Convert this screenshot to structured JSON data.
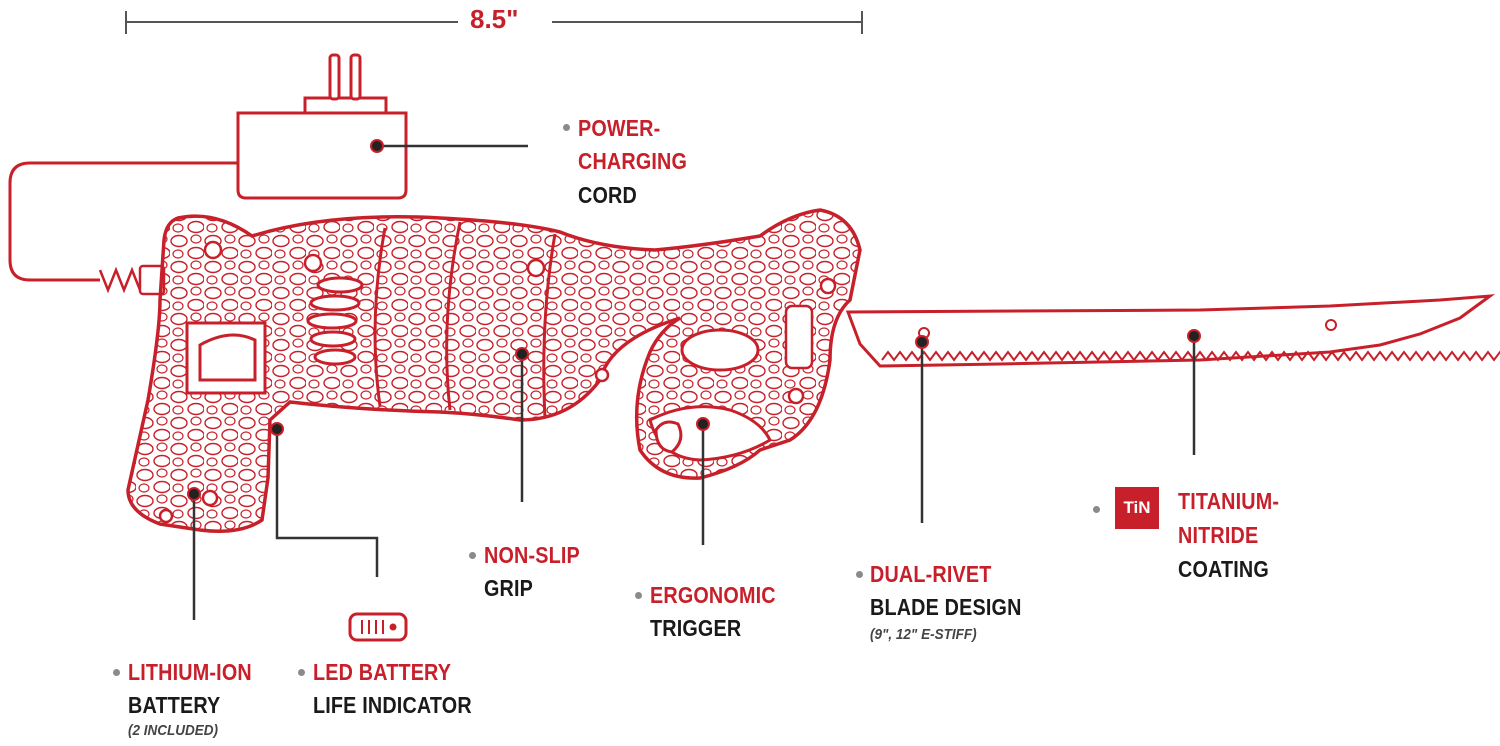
{
  "dimension": {
    "label": "8.5\""
  },
  "callouts": {
    "power_charging_cord": {
      "line1": "POWER-",
      "line2": "CHARGING",
      "line3": "CORD"
    },
    "non_slip_grip": {
      "line1": "NON-SLIP",
      "line2": "GRIP"
    },
    "ergonomic_trigger": {
      "line1": "ERGONOMIC",
      "line2": "TRIGGER"
    },
    "dual_rivet": {
      "line1": "DUAL-RIVET",
      "line2": "BLADE DESIGN",
      "note": "(9\", 12\" E-STIFF)"
    },
    "titanium_nitride": {
      "badge": "TiN",
      "line1": "TITANIUM-",
      "line2": "NITRIDE",
      "line3": "COATING"
    },
    "lithium_ion": {
      "line1": "LITHIUM-ION",
      "line2": "BATTERY",
      "note": "(2 INCLUDED)"
    },
    "led_battery": {
      "line1": "LED BATTERY",
      "line2": "LIFE INDICATOR",
      "icon": "battery-indicator-icon"
    }
  },
  "colors": {
    "accent": "#c8202a",
    "text": "#1a1a1a",
    "leader": "#333333",
    "bullet": "#8a8a8a"
  }
}
